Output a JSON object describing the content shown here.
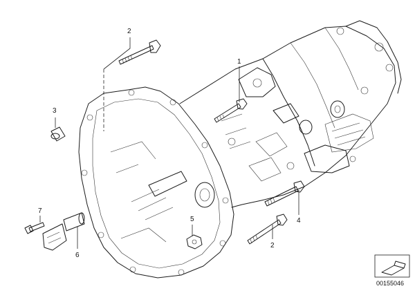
{
  "diagram": {
    "callouts": [
      {
        "id": "c1",
        "label": "1"
      },
      {
        "id": "c2a",
        "label": "2"
      },
      {
        "id": "c2b",
        "label": "2"
      },
      {
        "id": "c3",
        "label": "3"
      },
      {
        "id": "c4",
        "label": "4"
      },
      {
        "id": "c5",
        "label": "5"
      },
      {
        "id": "c6",
        "label": "6"
      },
      {
        "id": "c7",
        "label": "7"
      }
    ],
    "image_id": "00155046"
  }
}
